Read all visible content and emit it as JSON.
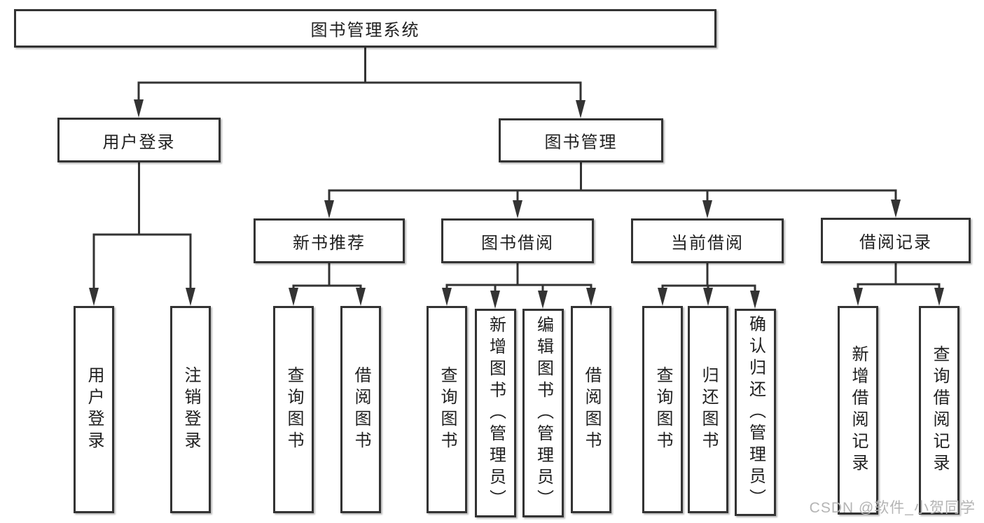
{
  "diagram": {
    "root": {
      "label": "图书管理系统",
      "children": [
        {
          "label": "用户登录",
          "children": [
            {
              "label": "用户登录"
            },
            {
              "label": "注销登录"
            }
          ]
        },
        {
          "label": "图书管理",
          "children": [
            {
              "label": "新书推荐",
              "children": [
                {
                  "label": "查询图书"
                },
                {
                  "label": "借阅图书"
                }
              ]
            },
            {
              "label": "图书借阅",
              "children": [
                {
                  "label": "查询图书"
                },
                {
                  "label": "新增图书（管理员）"
                },
                {
                  "label": "编辑图书（管理员）"
                },
                {
                  "label": "借阅图书"
                }
              ]
            },
            {
              "label": "当前借阅",
              "children": [
                {
                  "label": "查询图书"
                },
                {
                  "label": "归还图书"
                },
                {
                  "label": "确认归还（管理员）"
                }
              ]
            },
            {
              "label": "借阅记录",
              "children": [
                {
                  "label": "新增借阅记录"
                },
                {
                  "label": "查询借阅记录"
                }
              ]
            }
          ]
        }
      ]
    }
  },
  "watermark": {
    "text": "CSDN @软件_小贺同学"
  },
  "colors": {
    "line": "#333333",
    "text": "#1f1f1f",
    "watermark": "#b4b4b4",
    "background": "#ffffff"
  }
}
